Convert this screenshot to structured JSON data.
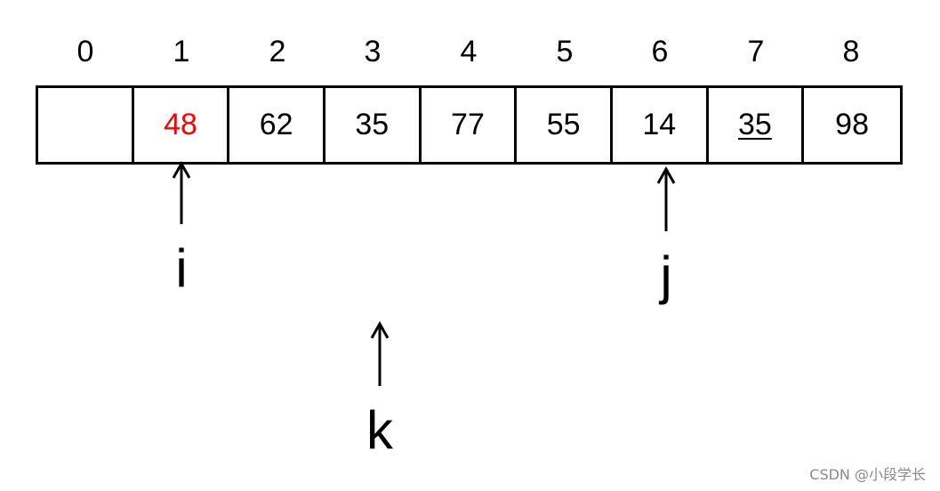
{
  "indices": [
    "0",
    "1",
    "2",
    "3",
    "4",
    "5",
    "6",
    "7",
    "8"
  ],
  "cells": [
    {
      "value": "",
      "style": "normal"
    },
    {
      "value": "48",
      "style": "red"
    },
    {
      "value": "62",
      "style": "normal"
    },
    {
      "value": "35",
      "style": "normal"
    },
    {
      "value": "77",
      "style": "normal"
    },
    {
      "value": "55",
      "style": "normal"
    },
    {
      "value": "14",
      "style": "normal"
    },
    {
      "value": "35",
      "style": "underline"
    },
    {
      "value": "98",
      "style": "normal"
    }
  ],
  "pointers": {
    "i": {
      "label": "i",
      "target_index": 1
    },
    "j": {
      "label": "j",
      "target_index": 6
    },
    "k": {
      "label": "k",
      "target_index": 3
    }
  },
  "colors": {
    "highlight": "#ff0000",
    "line": "#000000",
    "watermark": "#8a8a8a"
  },
  "watermark": "CSDN @小段学长"
}
